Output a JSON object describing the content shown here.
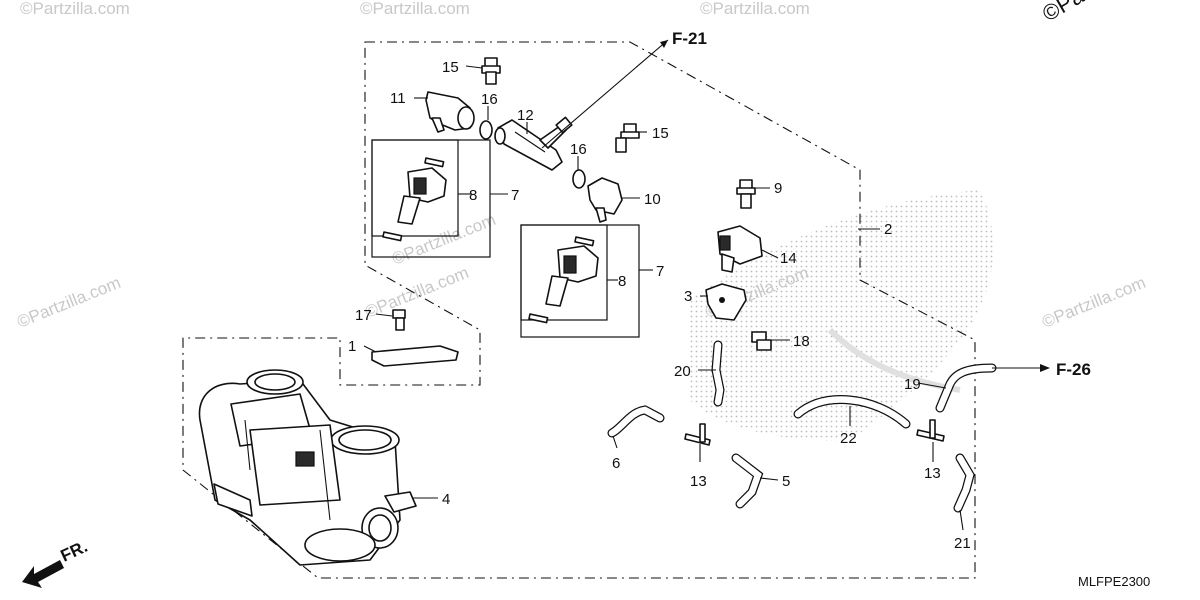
{
  "watermarks": [
    "©Partzilla.com",
    "©Partzilla.com",
    "©Partzilla.com",
    "©Partzilla.com",
    "©Partzilla.com",
    "©Partzilla.com",
    "©Partzilla.com",
    "©Partzilla.com"
  ],
  "corner_mark": "©Pa",
  "refs": {
    "f21": "F-21",
    "f26": "F-26",
    "front": "FR."
  },
  "diagram_code": "MLFPE2300",
  "callouts": {
    "c1": "1",
    "c2": "2",
    "c3": "3",
    "c4": "4",
    "c5": "5",
    "c6": "6",
    "c7a": "7",
    "c7b": "7",
    "c8a": "8",
    "c8b": "8",
    "c9": "9",
    "c10": "10",
    "c11": "11",
    "c12": "12",
    "c13a": "13",
    "c13b": "13",
    "c14": "14",
    "c15a": "15",
    "c15b": "15",
    "c16a": "16",
    "c16b": "16",
    "c17": "17",
    "c18": "18",
    "c19": "19",
    "c20": "20",
    "c21": "21",
    "c22": "22"
  }
}
